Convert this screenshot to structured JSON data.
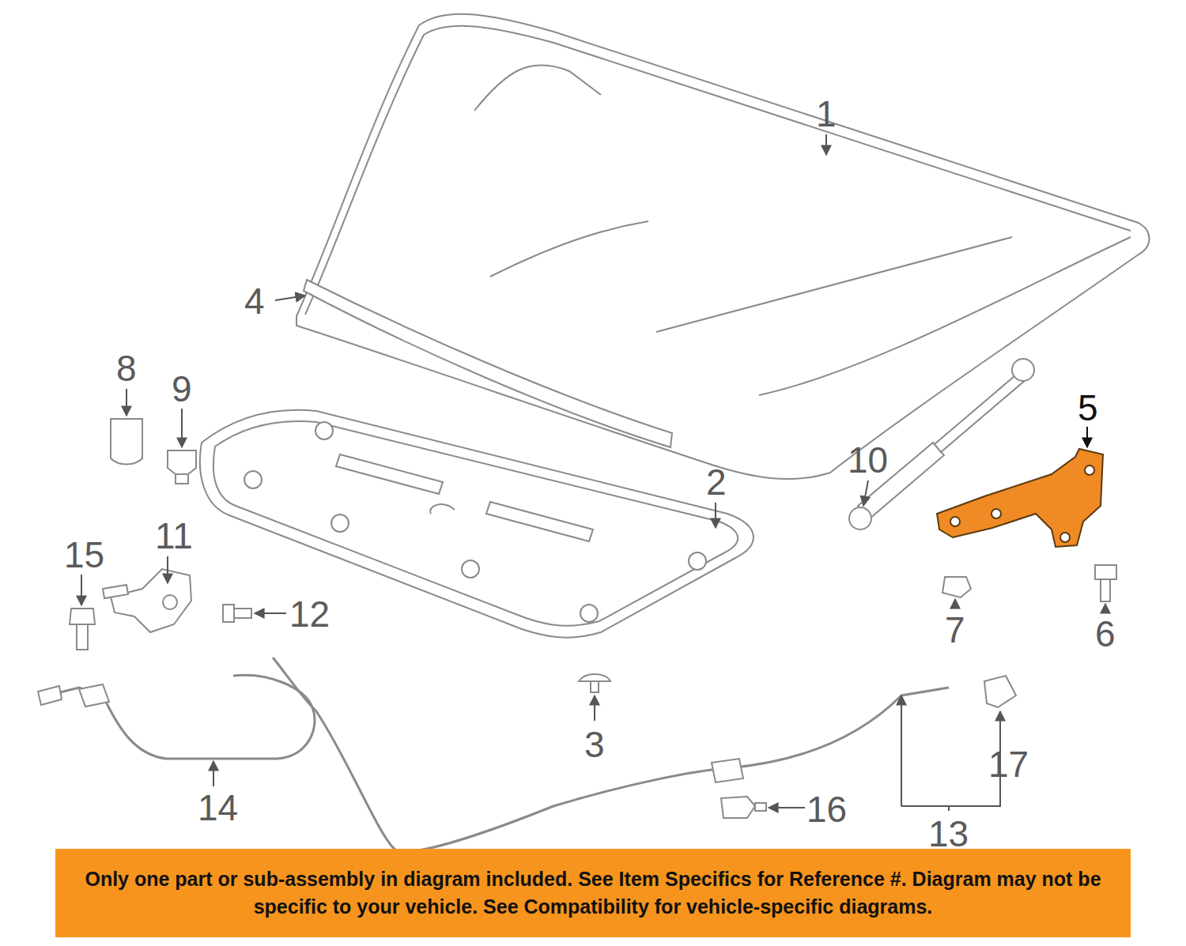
{
  "diagram": {
    "nodes": [
      {
        "text": [
          "Only one part or sub-assembly in diagram included. See Item Specifics for Reference #. Diagram may not be specific to your vehicle. See Compatibility for vehicle-specific diagrams."
        ]
      }
    ],
    "labels": [
      "1",
      "4",
      "8",
      "9",
      "5",
      "10",
      "2",
      "11",
      "15",
      "12",
      "7",
      "6",
      "3",
      "17",
      "16",
      "14",
      "13"
    ]
  }
}
